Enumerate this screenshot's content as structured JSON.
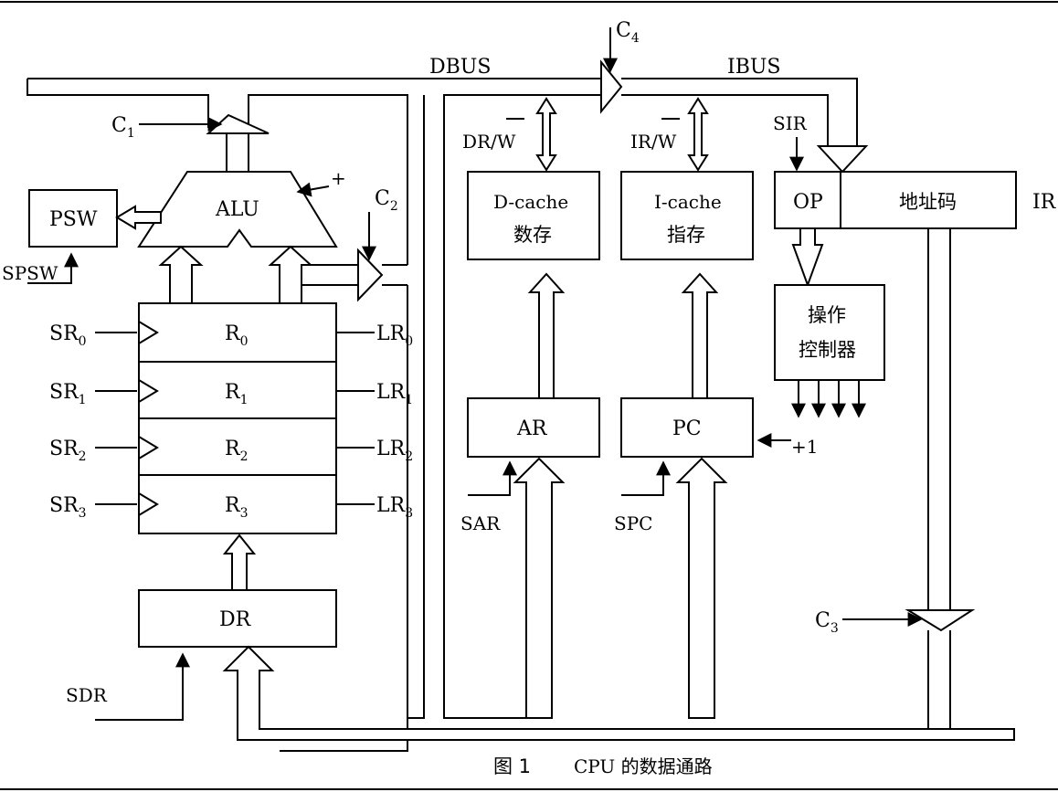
{
  "buses": {
    "dbus": "DBUS",
    "ibus": "IBUS"
  },
  "controls": {
    "c1": "C",
    "c1_sub": "1",
    "c2": "C",
    "c2_sub": "2",
    "c3": "C",
    "c3_sub": "3",
    "c4": "C",
    "c4_sub": "4"
  },
  "left": {
    "psw": "PSW",
    "spsw": "SPSW",
    "alu": "ALU",
    "plus": "+",
    "dr": "DR",
    "sdr": "SDR",
    "registers": [
      {
        "name": "R",
        "sub": "0",
        "set": "SR",
        "load": "LR"
      },
      {
        "name": "R",
        "sub": "1",
        "set": "SR",
        "load": "LR"
      },
      {
        "name": "R",
        "sub": "2",
        "set": "SR",
        "load": "LR"
      },
      {
        "name": "R",
        "sub": "3",
        "set": "SR",
        "load": "LR"
      }
    ]
  },
  "right": {
    "drw": "DR/W",
    "irw": "IR/W",
    "dcache": "D-cache",
    "dcache_cn": "数存",
    "icache": "I-cache",
    "icache_cn": "指存",
    "ar": "AR",
    "sar": "SAR",
    "pc": "PC",
    "spc": "SPC",
    "inc": "+1",
    "sir": "SIR",
    "op": "OP",
    "addr": "地址码",
    "ir": "IR",
    "ctrl_line1": "操作",
    "ctrl_line2": "控制器"
  },
  "caption": {
    "fig": "图 1",
    "text": "CPU 的数据通路"
  }
}
